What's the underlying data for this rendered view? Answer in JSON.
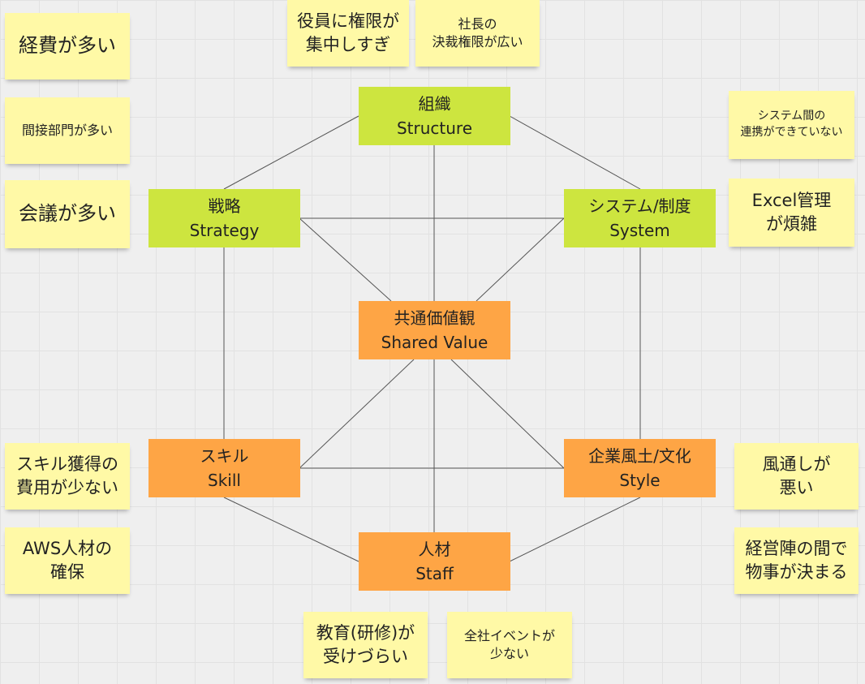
{
  "colors": {
    "structure_node": "#cde53f",
    "people_node": "#fea545",
    "sticky_note": "#fff9a6",
    "line": "#555555"
  },
  "nodes": {
    "structure": {
      "ja": "組織",
      "en": "Structure"
    },
    "strategy": {
      "ja": "戦略",
      "en": "Strategy"
    },
    "system": {
      "ja": "システム/制度",
      "en": "System"
    },
    "shared_value": {
      "ja": "共通価値観",
      "en": "Shared Value"
    },
    "skill": {
      "ja": "スキル",
      "en": "Skill"
    },
    "style": {
      "ja": "企業風土/文化",
      "en": "Style"
    },
    "staff": {
      "ja": "人材",
      "en": "Staff"
    }
  },
  "notes": {
    "executive_power": [
      "役員に権限が",
      "集中しすぎ"
    ],
    "president_authority": [
      "社長の",
      "決裁権限が広い"
    ],
    "expenses": [
      "経費が多い"
    ],
    "indirect_departments": [
      "間接部門が多い"
    ],
    "meetings": [
      "会議が多い"
    ],
    "system_integration": [
      "システム間の",
      "連携ができていない"
    ],
    "excel_management": [
      "Excel管理",
      "が煩雑"
    ],
    "skill_cost": [
      "スキル獲得の",
      "費用が少ない"
    ],
    "aws_talent": [
      "AWS人材の",
      "確保"
    ],
    "communication": [
      "風通しが",
      "悪い"
    ],
    "management_decisions": [
      "経営陣の間で",
      "物事が決まる"
    ],
    "training": [
      "教育(研修)が",
      "受けづらい"
    ],
    "company_events": [
      "全社イベントが",
      "少ない"
    ]
  }
}
